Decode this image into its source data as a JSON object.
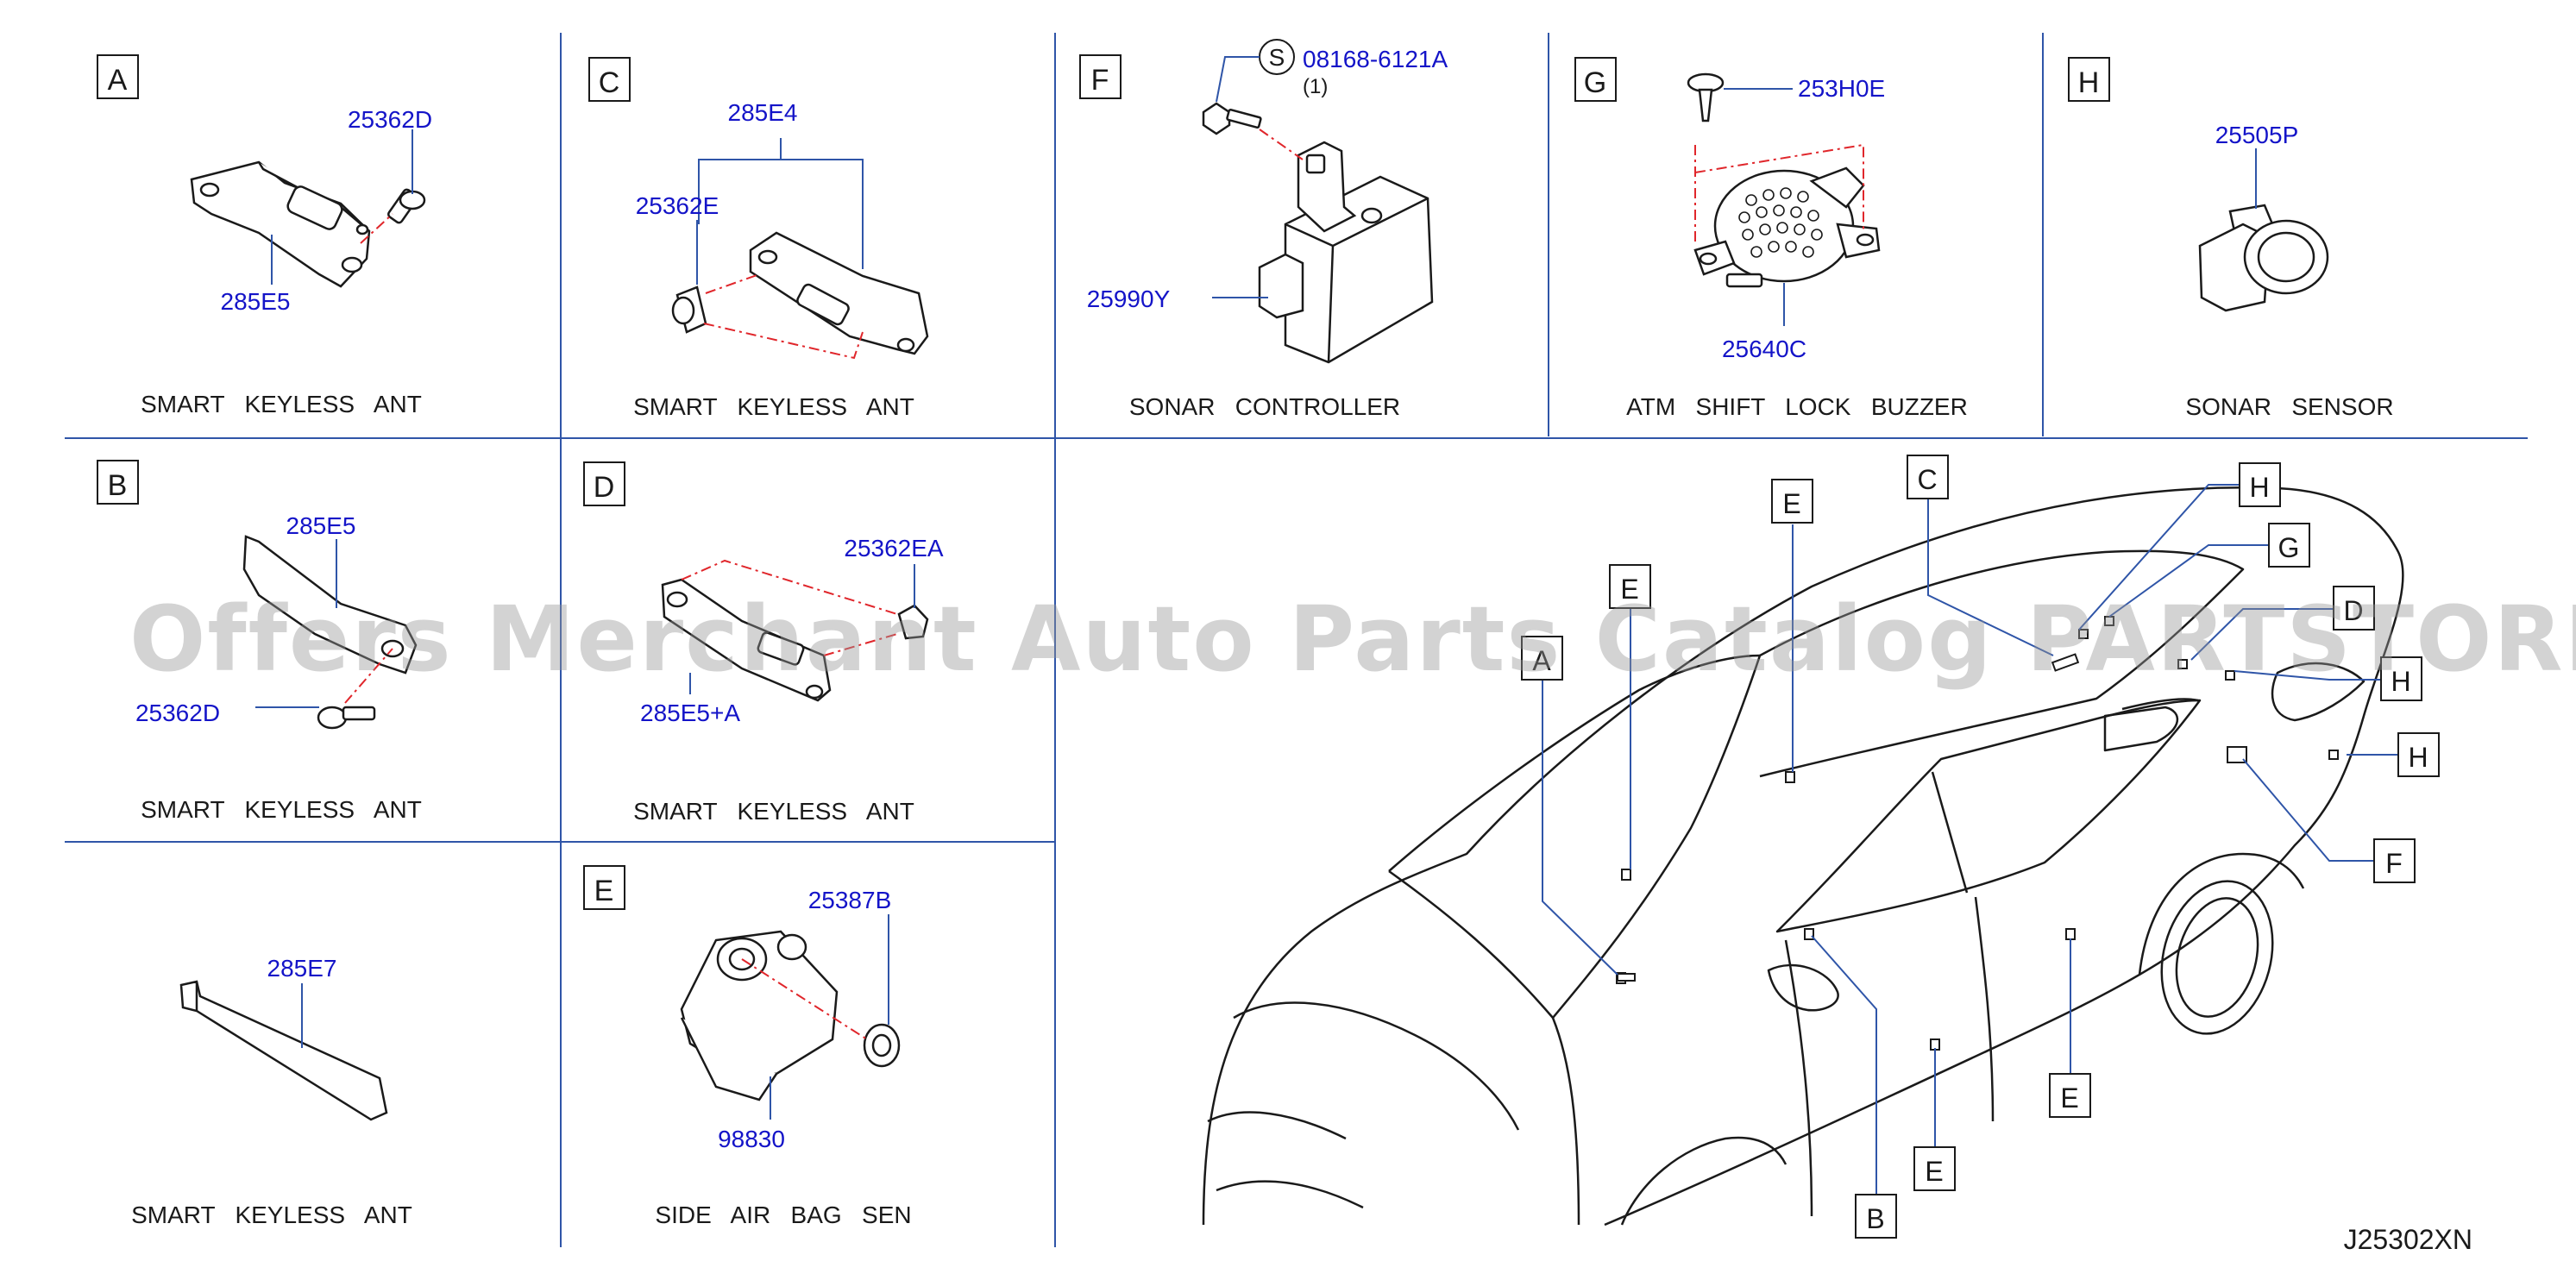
{
  "colors": {
    "part_number": "#1414c8",
    "divider": "#2f55a8",
    "leader": "#2f55a8",
    "dash": "#e0262b",
    "ink": "#1a1a1a",
    "watermark": "#969696"
  },
  "panels": {
    "A": {
      "letter": "A",
      "caption": "SMART   KEYLESS   ANT",
      "parts": [
        "25362D",
        "285E5"
      ]
    },
    "B": {
      "letter": "B",
      "caption": "SMART   KEYLESS   ANT",
      "parts": [
        "285E5",
        "25362D"
      ]
    },
    "noletter": {
      "caption": "SMART   KEYLESS   ANT",
      "parts": [
        "285E7"
      ]
    },
    "C": {
      "letter": "C",
      "caption": "SMART   KEYLESS   ANT",
      "parts": [
        "285E4",
        "25362E"
      ]
    },
    "D": {
      "letter": "D",
      "caption": "SMART   KEYLESS   ANT",
      "parts": [
        "25362EA",
        "285E5+A"
      ]
    },
    "E": {
      "letter": "E",
      "caption": "SIDE   AIR   BAG   SEN",
      "parts": [
        "25387B",
        "98830"
      ]
    },
    "F": {
      "letter": "F",
      "caption": "SONAR   CONTROLLER",
      "parts": [
        "08168-6121A",
        "(1)",
        "25990Y"
      ],
      "s_mark": "S"
    },
    "G": {
      "letter": "G",
      "caption": "ATM   SHIFT   LOCK   BUZZER",
      "parts": [
        "253H0E",
        "25640C"
      ]
    },
    "H": {
      "letter": "H",
      "caption": "SONAR   SENSOR",
      "parts": [
        "25505P"
      ]
    }
  },
  "vehicle_callouts": [
    "E",
    "E",
    "C",
    "H",
    "G",
    "D",
    "A",
    "H",
    "H",
    "F",
    "E",
    "B",
    "E"
  ],
  "diagram_code": "J25302XN",
  "watermark": "Offers Merchant Auto Parts Catalog PARTSTORE.SA"
}
